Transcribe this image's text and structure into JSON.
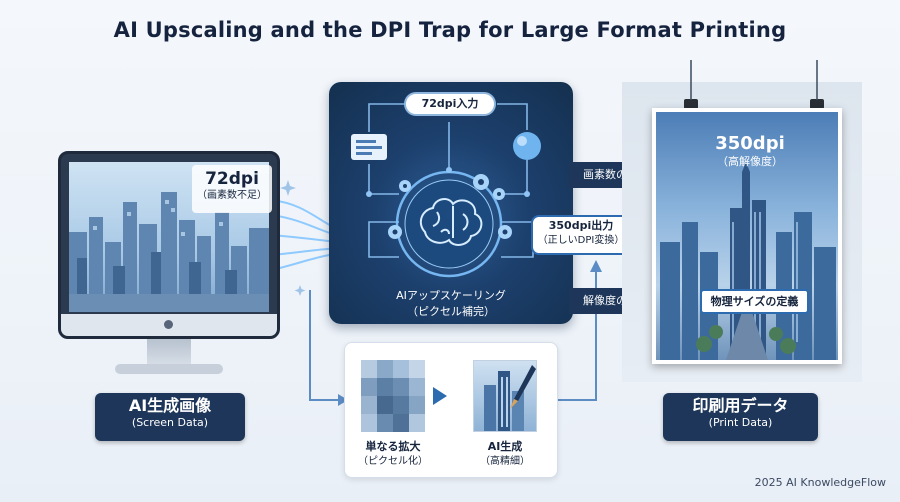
{
  "title": "AI Upscaling and the DPI Trap for Large Format Printing",
  "left": {
    "screen_dpi": "72dpi",
    "screen_note": "（画素数不足）",
    "badge_main": "AI生成画像",
    "badge_sub": "(Screen Data)"
  },
  "center": {
    "input_pill": "72dpi入力",
    "caption_line1": "AIアップスケーリング",
    "caption_line2": "（ピクセル補完）"
  },
  "arrows": {
    "pixels": "画素数の増加",
    "output_main": "350dpi出力",
    "output_sub": "（正しいDPI変換）",
    "resolution": "解像度の最適化"
  },
  "right": {
    "poster_dpi": "350dpi",
    "poster_note": "（高解像度）",
    "physical": "物理サイズの定義",
    "badge_main": "印刷用データ",
    "badge_sub": "(Print Data)"
  },
  "compare": {
    "left_main": "単なる拡大",
    "left_sub": "（ピクセル化）",
    "right_main": "AI生成",
    "right_sub": "（高精細）"
  },
  "credit": "2025 AI KnowledgeFlow",
  "colors": {
    "navy": "#1d3659",
    "accent_blue": "#2d6bb0",
    "glow": "#7fc3ff"
  }
}
